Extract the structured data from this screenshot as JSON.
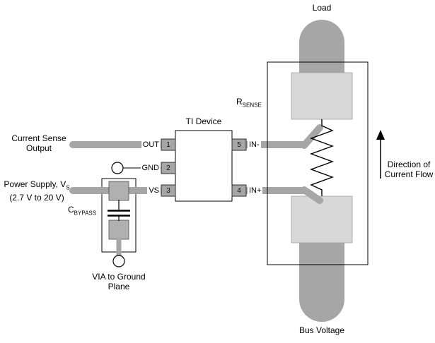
{
  "labels": {
    "load": "Load",
    "bus_voltage": "Bus Voltage",
    "ti_device": "TI Device",
    "rsense": {
      "main": "R",
      "sub": "SENSE"
    },
    "current_sense_output": {
      "line1": "Current Sense",
      "line2": "Output"
    },
    "power_supply": {
      "line1_main": "Power Supply, V",
      "line1_sub": "S",
      "line2": "(2.7 V to 20 V)"
    },
    "cbypass": {
      "main": "C",
      "sub": "BYPASS"
    },
    "via_ground": {
      "line1": "VIA to Ground",
      "line2": "Plane"
    },
    "direction": {
      "line1": "Direction of",
      "line2": "Current Flow"
    }
  },
  "ic": {
    "left_pins": [
      {
        "num": "1",
        "name": "OUT"
      },
      {
        "num": "2",
        "name": "GND"
      },
      {
        "num": "3",
        "name": "VS"
      }
    ],
    "right_pins": [
      {
        "num": "5",
        "name": "IN-"
      },
      {
        "num": "4",
        "name": "IN+"
      }
    ]
  },
  "colors": {
    "bus": "#a6a6a6",
    "trace": "#a6a6a6",
    "pad": "#d8d8d8",
    "small_pad": "#b0b0b0"
  }
}
